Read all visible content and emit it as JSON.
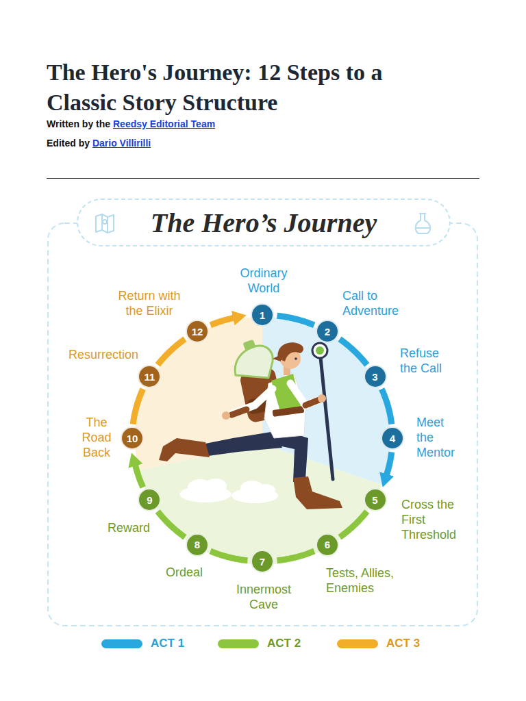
{
  "diagram": {
    "title": "The Hero's Journey: 12 Steps to a Classic Story Structure",
    "nodes": [
      {
        "text": [
          "The Hero’s Journey"
        ]
      },
      {
        "text": [
          "1",
          "Ordinary World"
        ]
      },
      {
        "text": [
          "2",
          "Call to Adventure"
        ]
      },
      {
        "text": [
          "3",
          "Refuse the Call"
        ]
      },
      {
        "text": [
          "4",
          "Meet the Mentor"
        ]
      },
      {
        "text": [
          "5",
          "Cross the First Threshold"
        ]
      },
      {
        "text": [
          "6",
          "Tests, Allies, Enemies"
        ]
      },
      {
        "text": [
          "7",
          "Innermost Cave"
        ]
      },
      {
        "text": [
          "8",
          "Ordeal"
        ]
      },
      {
        "text": [
          "9",
          "Reward"
        ]
      },
      {
        "text": [
          "10",
          "The Road Back"
        ]
      },
      {
        "text": [
          "11",
          "Resurrection"
        ]
      },
      {
        "text": [
          "12",
          "Return with the Elixir"
        ]
      }
    ],
    "edges": [
      {
        "from": 1,
        "to": 2,
        "arrow": "none"
      },
      {
        "from": 2,
        "to": 3,
        "arrow": "none"
      },
      {
        "from": 3,
        "to": 4,
        "arrow": "none"
      },
      {
        "from": 4,
        "to": 5,
        "arrow": "to"
      },
      {
        "from": 5,
        "to": 6,
        "arrow": "none"
      },
      {
        "from": 6,
        "to": 7,
        "arrow": "none"
      },
      {
        "from": 7,
        "to": 8,
        "arrow": "none"
      },
      {
        "from": 8,
        "to": 9,
        "arrow": "none"
      },
      {
        "from": 9,
        "to": 10,
        "arrow": "to"
      },
      {
        "from": 10,
        "to": 11,
        "arrow": "none"
      },
      {
        "from": 11,
        "to": 12,
        "arrow": "none"
      },
      {
        "from": 12,
        "to": 1,
        "arrow": "to"
      }
    ],
    "labels": [
      "Written by the",
      "Reedsy Editorial Team",
      "Edited by",
      "Dario Villirilli"
    ],
    "legend": [
      {
        "text": "ACT 1",
        "color": "#29a8e0"
      },
      {
        "text": "ACT 2",
        "color": "#8cc63f"
      },
      {
        "text": "ACT 3",
        "color": "#f2ae2b"
      }
    ]
  }
}
